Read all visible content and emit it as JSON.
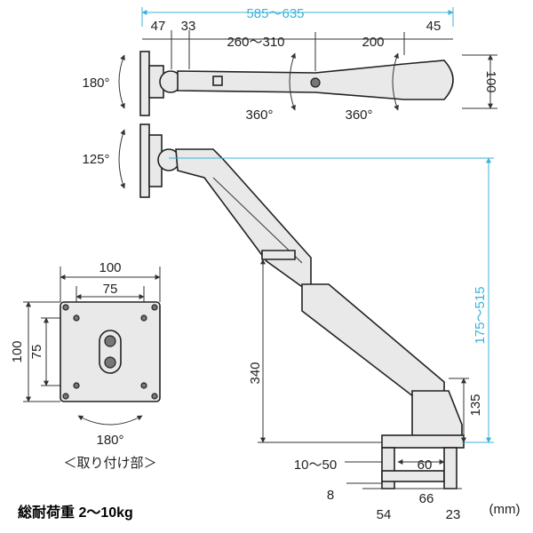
{
  "dimensions": {
    "total_width": "585〜635",
    "top_47": "47",
    "top_33": "33",
    "arm1": "260〜310",
    "arm2": "200",
    "end_45": "45",
    "depth_100": "100",
    "rot_360_a": "360°",
    "rot_360_b": "360°",
    "tilt_180": "180°",
    "tilt_125": "125°",
    "height_range": "175〜515",
    "height_340": "340",
    "clamp_135": "135",
    "clamp_10_50": "10〜50",
    "clamp_8": "8",
    "clamp_60": "60",
    "clamp_54": "54",
    "clamp_66": "66",
    "clamp_23": "23",
    "unit": "(mm)"
  },
  "vesa": {
    "w100": "100",
    "w75": "75",
    "h100": "100",
    "h75": "75",
    "rot_180": "180°",
    "caption": "＜取り付け部＞"
  },
  "load": "総耐荷重 2〜10kg",
  "colors": {
    "dimension_line": "#333333",
    "height_line": "#3bb3d8",
    "part_fill": "#e9e9e9"
  }
}
